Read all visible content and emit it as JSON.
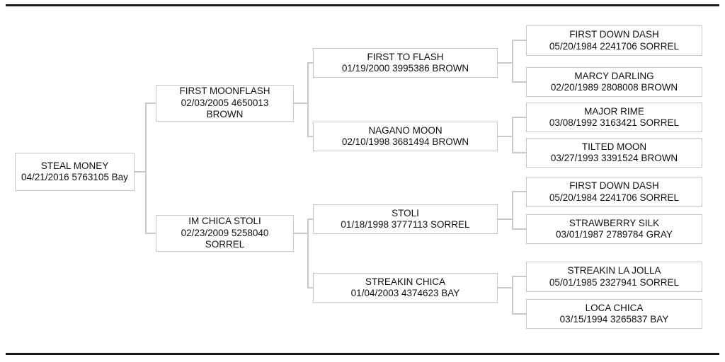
{
  "styles": {
    "background": "#ffffff",
    "rule_color": "#1a1a1a",
    "box_border_color": "#c8c8c8",
    "connector_color": "#c9c9c9",
    "text_color": "#111111"
  },
  "pedigree": {
    "nodes": [
      {
        "id": "steal-money",
        "lines": [
          "STEAL MONEY",
          "04/21/2016 5763105 Bay"
        ]
      },
      {
        "id": "first-moonflash",
        "lines": [
          "FIRST MOONFLASH",
          "02/03/2005 4650013",
          "BROWN"
        ]
      },
      {
        "id": "first-to-flash",
        "lines": [
          "FIRST TO FLASH",
          "01/19/2000 3995386 BROWN"
        ]
      },
      {
        "id": "first-down-dash-sire",
        "lines": [
          "FIRST DOWN DASH",
          "05/20/1984 2241706 SORREL"
        ]
      },
      {
        "id": "marcy-darling",
        "lines": [
          "MARCY DARLING",
          "02/20/1989 2808008 BROWN"
        ]
      },
      {
        "id": "nagano-moon",
        "lines": [
          "NAGANO MOON",
          "02/10/1998 3681494 BROWN"
        ]
      },
      {
        "id": "major-rime",
        "lines": [
          "MAJOR RIME",
          "03/08/1992 3163421 SORREL"
        ]
      },
      {
        "id": "tilted-moon",
        "lines": [
          "TILTED MOON",
          "03/27/1993 3391524 BROWN"
        ]
      },
      {
        "id": "im-chica-stoli",
        "lines": [
          "IM CHICA STOLI",
          "02/23/2009 5258040",
          "SORREL"
        ]
      },
      {
        "id": "stoli",
        "lines": [
          "STOLI",
          "01/18/1998 3777113 SORREL"
        ]
      },
      {
        "id": "first-down-dash-dam",
        "lines": [
          "FIRST DOWN DASH",
          "05/20/1984 2241706 SORREL"
        ]
      },
      {
        "id": "strawberry-silk",
        "lines": [
          "STRAWBERRY SILK",
          "03/01/1987 2789784 GRAY"
        ]
      },
      {
        "id": "streakin-chica",
        "lines": [
          "STREAKIN CHICA",
          "01/04/2003 4374623 BAY"
        ]
      },
      {
        "id": "streakin-la-jolla",
        "lines": [
          "STREAKIN LA JOLLA",
          "05/01/1985 2327941 SORREL"
        ]
      },
      {
        "id": "loca-chica",
        "lines": [
          "LOCA CHICA",
          "03/15/1994 3265837 BAY"
        ]
      }
    ]
  }
}
